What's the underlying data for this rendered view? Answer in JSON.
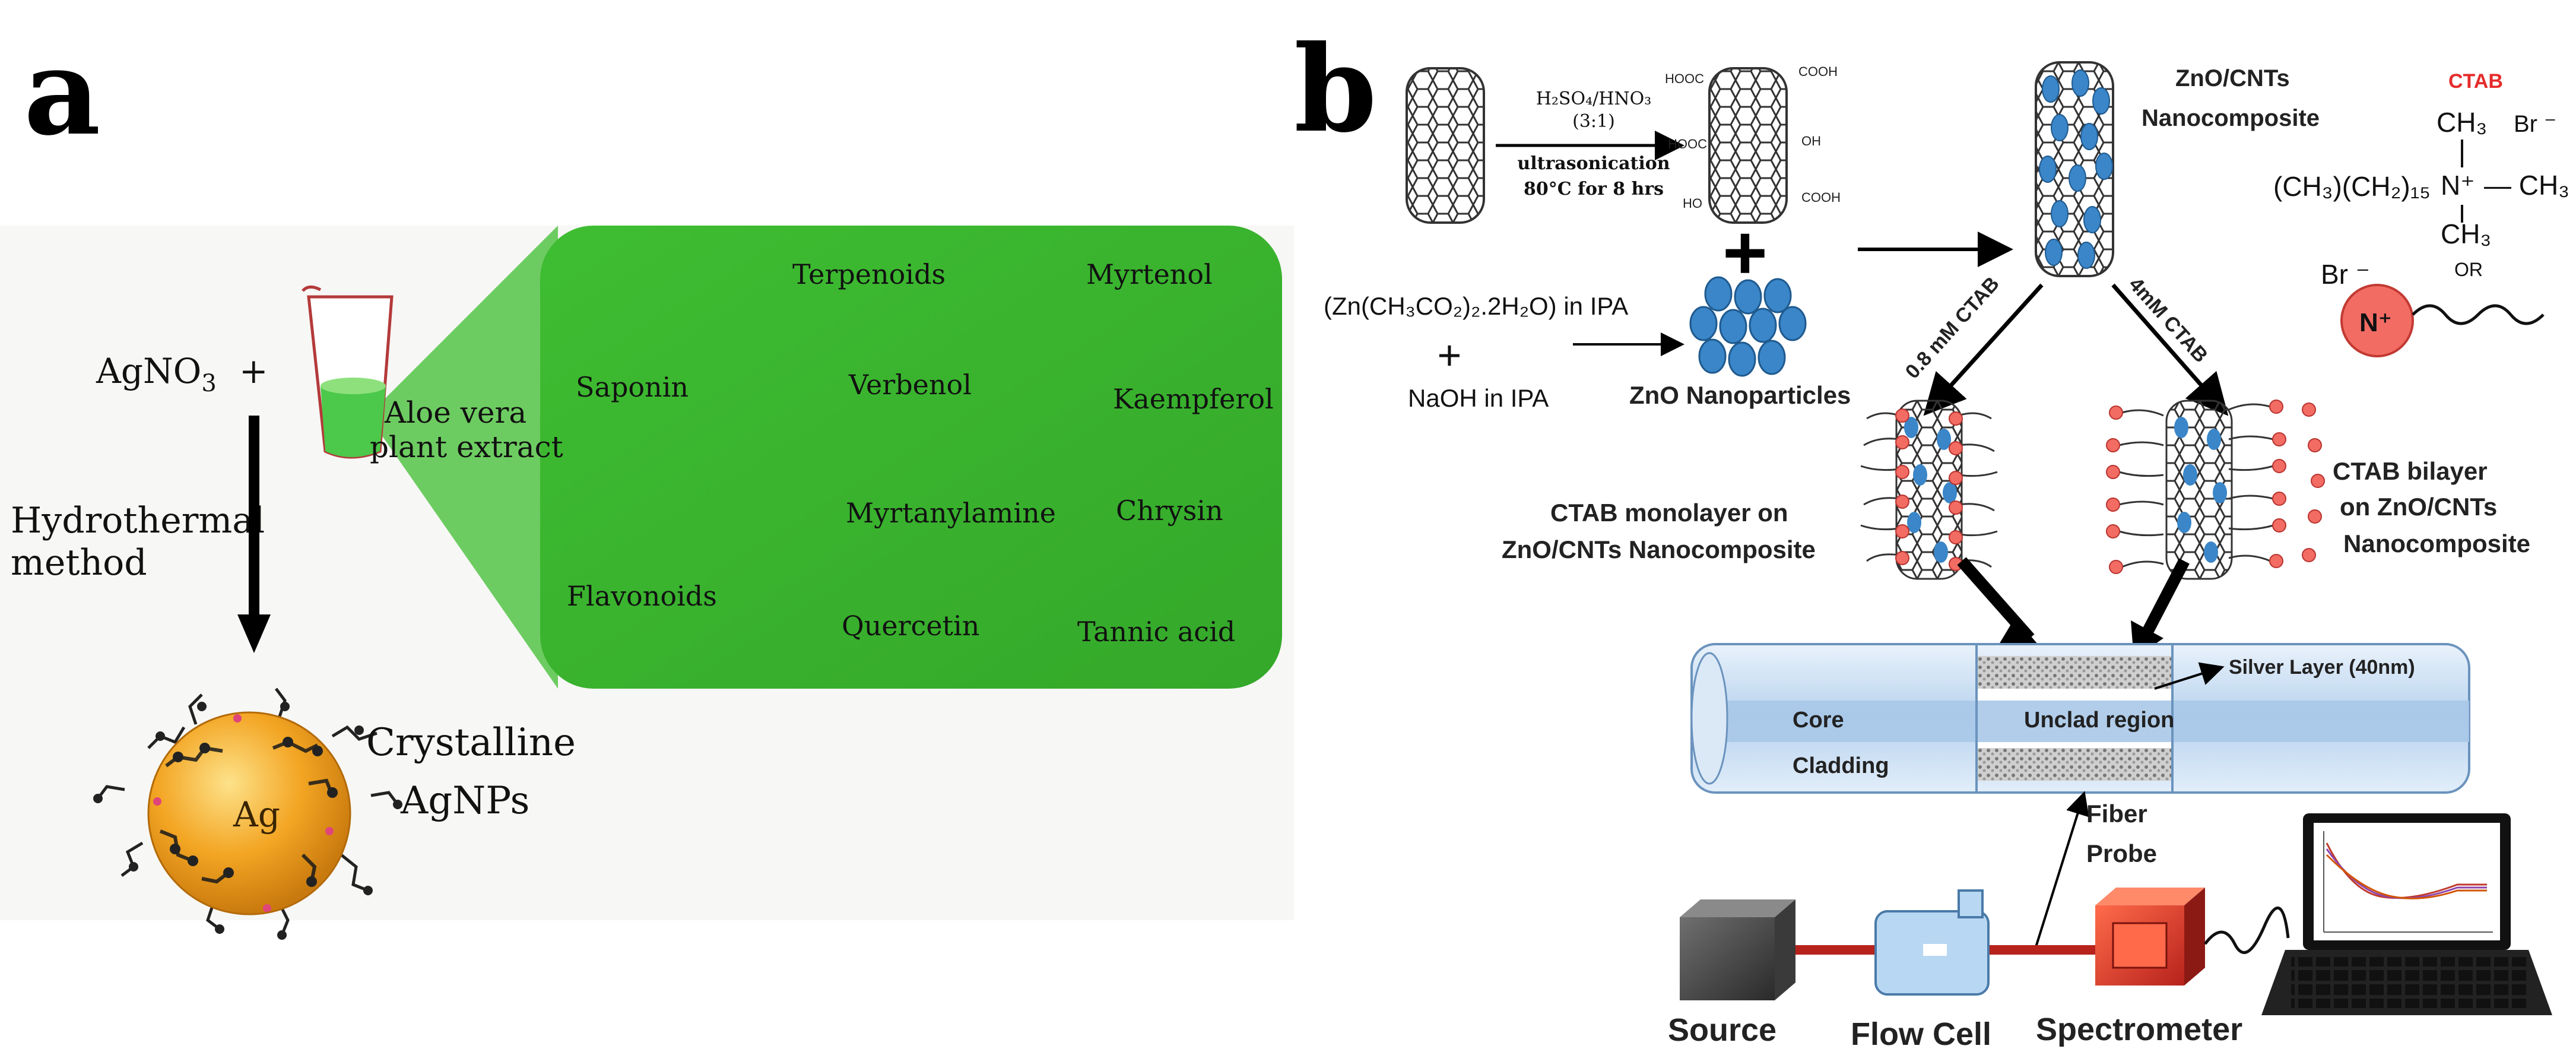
{
  "panel_a": {
    "label": "a",
    "reactant": "AgNO",
    "reactant_sub": "3",
    "plus": "+",
    "beaker_label_line1": "Aloe vera",
    "beaker_label_line2": "plant extract",
    "method_line1": "Hydrothermal",
    "method_line2": "method",
    "core_label": "Ag",
    "product_line1": "Crystalline",
    "product_line2": "AgNPs",
    "compounds": [
      "Terpenoids",
      "Myrtenol",
      "Saponin",
      "Verbenol",
      "Kaempferol",
      "Myrtanylamine",
      "Chrysin",
      "Flavonoids",
      "Quercetin",
      "Tannic acid"
    ],
    "colors": {
      "green": "#3bb52f",
      "green_light": "#6ad15a",
      "gold": "#f3a523"
    }
  },
  "panel_b": {
    "label": "b",
    "acid": "H₂SO₄/HNO₃",
    "ratio": "(3:1)",
    "ultrasonication": "ultrasonication",
    "conditions": "80°C for 8 hrs",
    "cooh": "COOH",
    "hooc": "HOOC",
    "oh": "OH",
    "ho": "HO",
    "big_plus": "+",
    "zinc_precursor": "(Zn(CH₃CO₂)₂.2H₂O) in IPA",
    "plus_small": "+",
    "naoh": "NaOH in IPA",
    "zno_np": "ZnO Nanoparticles",
    "nanocomposite_line1": "ZnO/CNTs",
    "nanocomposite_line2": "Nanocomposite",
    "ctab_title": "CTAB",
    "ch3_top": "CH₃",
    "br_top": "Br ⁻",
    "formula_left": "(CH₃)(CH₂)₁₅",
    "n_plus": "N⁺",
    "ch3_right": "— CH₃",
    "ch3_bottom": "CH₃",
    "or": "OR",
    "br_bottom": "Br ⁻",
    "n_circle": "N⁺",
    "conc_low": "0.8 mM CTAB",
    "conc_high": "4mM CTAB",
    "mono_line1": "CTAB monolayer on",
    "mono_line2": "ZnO/CNTs Nanocomposite",
    "bi_line1": "CTAB bilayer",
    "bi_line2": "on ZnO/CNTs",
    "bi_line3": "Nanocomposite",
    "core": "Core",
    "cladding": "Cladding",
    "unclad": "Unclad region",
    "silver": "Silver Layer (40nm)",
    "probe_line1": "Fiber",
    "probe_line2": "Probe",
    "source": "Source",
    "flow_cell": "Flow Cell",
    "spectrometer": "Spectrometer",
    "colors": {
      "ctab_red": "#e52b2b",
      "zno_blue": "#2f7fc0",
      "fiber_blue": "#bcd6ee",
      "spectro": "#d9302a"
    }
  }
}
